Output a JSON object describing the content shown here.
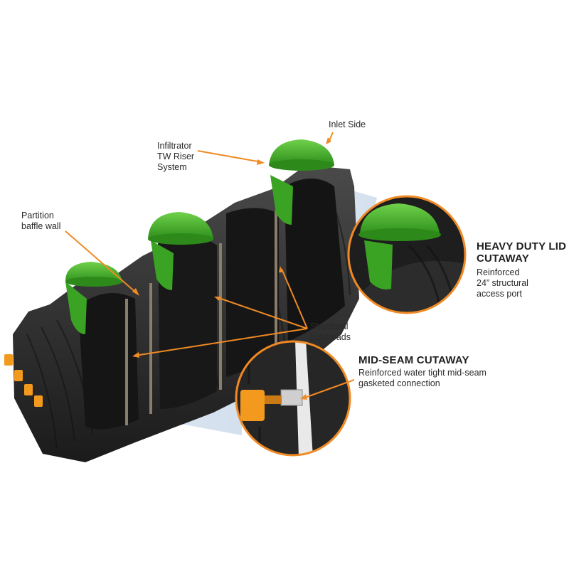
{
  "labels": {
    "inlet_side": "Inlet Side",
    "riser_system": [
      "Infiltrator",
      "TW Riser",
      "System"
    ],
    "partition_wall": [
      "Partition",
      "baffle wall"
    ],
    "structural_bulkheads": [
      "Structural",
      "bulkheads"
    ]
  },
  "callouts": {
    "lid": {
      "title": [
        "HEAVY DUTY LID",
        "CUTAWAY"
      ],
      "body": [
        "Reinforced",
        "24” structural",
        "access port"
      ]
    },
    "seam": {
      "title": "MID-SEAM CUTAWAY",
      "body": [
        "Reinforced water tight mid-seam",
        "gasketed connection"
      ]
    }
  },
  "colors": {
    "lid_green": "#43b02a",
    "tank_black": "#2b2b2b",
    "leader_orange": "#f08a24",
    "callout_ring": "#f08a24",
    "beam_blue": "#cfdceb",
    "seam_orange": "#f39a1e"
  }
}
